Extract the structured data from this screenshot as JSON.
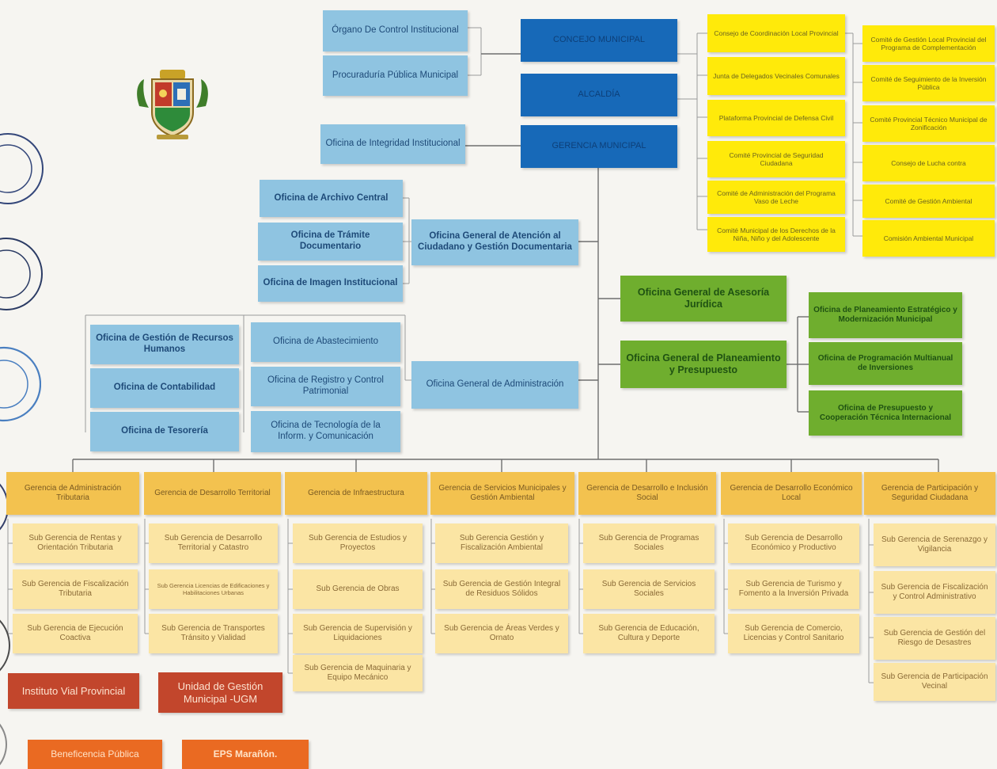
{
  "top": {
    "control": "Órgano De Control Institucional",
    "procuraduria": "Procuraduría Pública Municipal",
    "concejo": "CONCEJO MUNICIPAL",
    "alcaldia": "ALCALDÍA",
    "integridad": "Oficina de Integridad Institucional",
    "gerencia_municipal": "GERENCIA MUNICIPAL"
  },
  "committees_left": [
    "Consejo de Coordinación Local Provincial",
    "Junta de Delegados Vecinales Comunales",
    "Plataforma Provincial de Defensa Civil",
    "Comité Provincial de Seguridad Ciudadana",
    "Comité de Administración del Programa Vaso de Leche",
    "Comité Municipal de los Derechos de la Niña, Niño y del Adolescente"
  ],
  "committees_right": [
    "Comité de Gestión Local Provincial del Programa de Complementación",
    "Comité de Seguimiento de la Inversión Pública",
    "Comité Provincial Técnico Municipal de Zonificación",
    "Consejo de Lucha contra",
    "Comité de Gestión Ambiental",
    "Comisión Ambiental Municipal"
  ],
  "atencion": {
    "children": [
      "Oficina de Archivo Central",
      "Oficina de Trámite Documentario",
      "Oficina de Imagen Institucional"
    ],
    "head": "Oficina General de Atención al Ciudadano y Gestión Documentaria"
  },
  "admin": {
    "col1": [
      "Oficina de Gestión de Recursos Humanos",
      "Oficina de Contabilidad",
      "Oficina de Tesorería"
    ],
    "col2": [
      "Oficina de Abastecimiento",
      "Oficina de Registro y Control Patrimonial",
      "Oficina de Tecnología de la Inform. y Comunicación"
    ],
    "head": "Oficina General de Administración"
  },
  "asesoria": "Oficina General de Asesoría Jurídica",
  "planeamiento": {
    "head": "Oficina General de Planeamiento y Presupuesto",
    "children": [
      "Oficina de Planeamiento Estratégico y Modernización Municipal",
      "Oficina de Programación Multianual de Inversiones",
      "Oficina de Presupuesto y Cooperación Técnica Internacional"
    ]
  },
  "gerencias": [
    {
      "name": "Gerencia de Administración Tributaria",
      "subs": [
        "Sub Gerencia de Rentas y Orientación Tributaria",
        "Sub Gerencia de Fiscalización Tributaria",
        "Sub Gerencia de Ejecución Coactiva"
      ]
    },
    {
      "name": "Gerencia de Desarrollo Territorial",
      "subs": [
        "Sub Gerencia de Desarrollo Territorial y Catastro",
        "Sub Gerencia Licencias de Edificaciones y Habilitaciones Urbanas",
        "Sub Gerencia de Transportes Tránsito y Vialidad"
      ]
    },
    {
      "name": "Gerencia de Infraestructura",
      "subs": [
        "Sub Gerencia de Estudios y Proyectos",
        "Sub Gerencia de Obras",
        "Sub Gerencia de Supervisión y Liquidaciones",
        "Sub Gerencia de Maquinaria y Equipo Mecánico"
      ]
    },
    {
      "name": "Gerencia de Servicios Municipales y Gestión Ambiental",
      "subs": [
        "Sub Gerencia Gestión y Fiscalización Ambiental",
        "Sub Gerencia de Gestión Integral de Residuos Sólidos",
        "Sub Gerencia de Áreas Verdes y Ornato"
      ]
    },
    {
      "name": "Gerencia de Desarrollo e Inclusión Social",
      "subs": [
        "Sub Gerencia de Programas Sociales",
        "Sub Gerencia de Servicios Sociales",
        "Sub Gerencia de Educación, Cultura y Deporte"
      ]
    },
    {
      "name": "Gerencia de Desarrollo Económico Local",
      "subs": [
        "Sub Gerencia de Desarrollo Económico y Productivo",
        "Sub Gerencia de Turismo y Fomento a la Inversión Privada",
        "Sub Gerencia de Comercio, Licencias y Control Sanitario"
      ]
    },
    {
      "name": "Gerencia de Participación y Seguridad Ciudadana",
      "subs": [
        "Sub Gerencia de Serenazgo y Vigilancia",
        "Sub Gerencia de Fiscalización y Control Administrativo",
        "Sub Gerencia de Gestión del Riesgo de Desastres",
        "Sub Gerencia de Participación Vecinal"
      ]
    }
  ],
  "entities": [
    "Instituto Vial Provincial",
    "Unidad de Gestión Municipal -UGM",
    "Beneficencia Pública",
    "EPS Marañón."
  ],
  "colors": {
    "dark_blue": "#1769b8",
    "light_blue": "#8fc4e1",
    "yellow": "#ffea0a",
    "green": "#6fae2e",
    "orange": "#f3c24f",
    "light_orange": "#fbe5a4",
    "red": "#c2462c",
    "orange_red": "#ea6a22"
  },
  "icons": [
    "coat-of-arms-icon",
    "official-seal-icon"
  ]
}
